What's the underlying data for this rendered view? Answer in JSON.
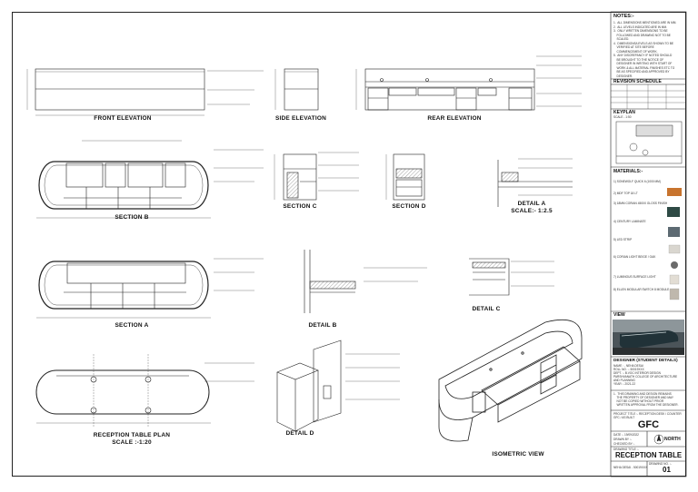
{
  "drawings": {
    "front_elevation": "FRONT ELEVATION",
    "side_elevation": "SIDE ELEVATION",
    "rear_elevation": "REAR ELEVATION",
    "section_b": "SECTION B",
    "section_c": "SECTION C",
    "section_d": "SECTION D",
    "detail_a": "DETAIL A",
    "detail_a_scale": "SCALE:- 1:2.5",
    "section_a": "SECTION A",
    "detail_b": "DETAIL  B",
    "detail_c": "DETAIL C",
    "plan": "RECEPTION TABLE PLAN",
    "plan_scale": "SCALE :-1:20",
    "detail_d": "DETAIL D",
    "isometric": "ISOMETRIC VIEW"
  },
  "title_block": {
    "notes_heading": "NOTES:-",
    "notes": [
      "1.  ALL DIMENSIONS MENTIONED ARE IN MM.",
      "2.  ALL LEVELS INDICATED ARE IN MM.",
      "3.  ONLY WRITTEN DIMENSIONS TO BE",
      "    FOLLOWED AND DRAWING NOT TO BE",
      "    SCALED.",
      "4.  DIMENSIONS/LEVELS AS SHOWN TO BE",
      "    VERIFIED AT SITE BEFORE",
      "    COMMENCEMENT OF WORK.",
      "5.  ANY DISCREPANCY IF NOTED SHOULD",
      "    BE BROUGHT TO THE NOTICE OF",
      "    DESIGNER IN WRITING WITH START OF",
      "    WORK & ALL MATERIAL FINISHES ETC TO",
      "    BE AS SPECIFIED AND APPROVED BY",
      "    DESIGNER."
    ],
    "revision_heading": "REVISION SCHEDULE",
    "keyplan_heading": "KEYPLAN",
    "keyplan_scale": "SCALE  - 1:50",
    "materials_heading": "MATERIALS:-",
    "materials": [
      "1) SONEWOLF QUICK 6 (1000 MM)",
      "2) MDF TOP 18 LT",
      "3) 18MM CORIAN 4500X GLOSS FINISH",
      "4) CENTURY LAMINATE",
      "5) LED STRIP",
      "6) CORIAN LIGHT BEIGE / OAK",
      "7) LUMINOUS SURFACE LIGHT",
      "8) ELLEN MODULAR SWITCH 8 MODULE"
    ],
    "view_heading": "VIEW",
    "designer_heading": "DESIGNER (STUDENT DETAILS)",
    "designer_lines": [
      "NAME : - NEHA DESAI",
      "ROLL NO. :- 50019XXX",
      "DEPT. :- B.VOC INTERIOR DESIGN",
      "PARSHVANATH COLLEGE OF ARCHITECTURE",
      "AND PLANNING",
      "YEAR :- 2021-22"
    ],
    "copyright_lines": [
      "1.  THIS DRAWING AND DESIGN REMAINS",
      "    THE PROPERTY OF DESIGNER AND MAY",
      "    NOT BE COPIED WITHOUT PRIOR",
      "    WRITTEN APPROVAL FROM THE DESIGNER."
    ],
    "project_line": "PROJECT TITLE :- RECEPTION DESK / COUNTER",
    "project_sub": "GFC / AS BUILT",
    "status": "GFC",
    "date_label": "DATE :- 19/09/2022",
    "drawn_label": "DRAWN BY :-",
    "checked_label": "CHECKED BY :-",
    "north": "NORTH",
    "drawing_title_label": "DRAWING TITLE :-",
    "drawing_title": "RECEPTION TABLE",
    "drawing_no_label": "DRAWING NO. :-",
    "sheet_no": "01",
    "footer_left": "NEHA DESAI - 50019XXX"
  }
}
